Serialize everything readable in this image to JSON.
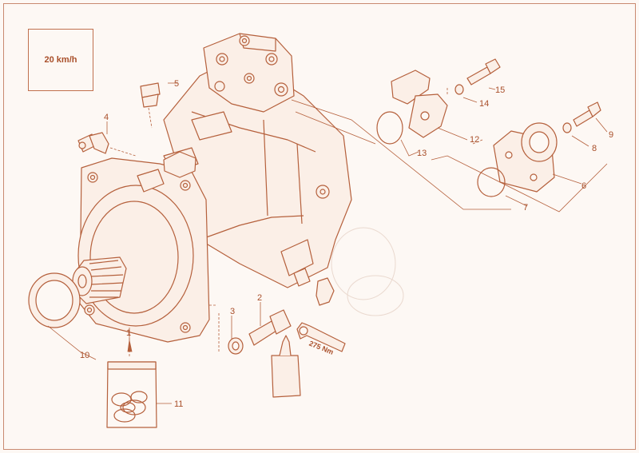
{
  "speed_label": "20 km/h",
  "torque_label": "275 Nm",
  "colors": {
    "line": "#b5603c",
    "fill": "#fbefe7",
    "accent": "#a94f2a"
  },
  "callouts": [
    {
      "id": "c1",
      "text": "1"
    },
    {
      "id": "c2",
      "text": "2"
    },
    {
      "id": "c3",
      "text": "3"
    },
    {
      "id": "c4",
      "text": "4"
    },
    {
      "id": "c5",
      "text": "5"
    },
    {
      "id": "c6",
      "text": "6"
    },
    {
      "id": "c7",
      "text": "7"
    },
    {
      "id": "c8",
      "text": "8"
    },
    {
      "id": "c9",
      "text": "9"
    },
    {
      "id": "c10",
      "text": "10"
    },
    {
      "id": "c11",
      "text": "11"
    },
    {
      "id": "c12",
      "text": "12"
    },
    {
      "id": "c13",
      "text": "13"
    },
    {
      "id": "c14",
      "text": "14"
    },
    {
      "id": "c15",
      "text": "15"
    }
  ]
}
